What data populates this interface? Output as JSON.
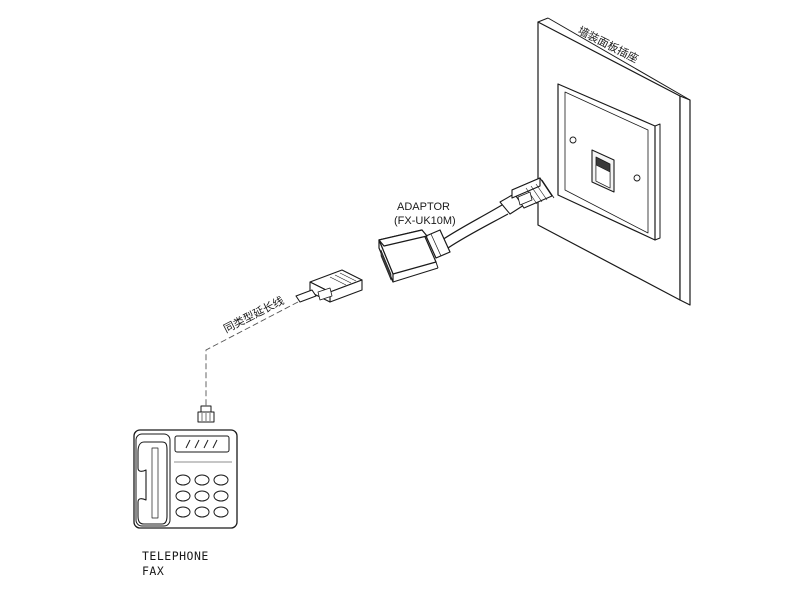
{
  "labels": {
    "wall_plate": "墙装面板插座",
    "adaptor_name": "ADAPTOR",
    "adaptor_model": "(FX-UK10M)",
    "extension_cable": "同类型延长线",
    "device_line1": "TELEPHONE",
    "device_line2": "FAX"
  }
}
